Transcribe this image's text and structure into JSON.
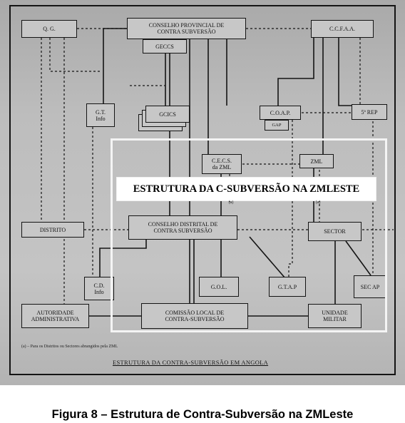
{
  "boxes": {
    "qg": "Q.  G.",
    "cpcs": "CONSELHO PROVINCIAL DE\nCONTRA SUBVERSÃO",
    "ccfaa": "C.C.F.A.A.",
    "geccs": "GECCS",
    "gt_info": "G.T.\nInfo",
    "gcics": "GCICS",
    "coap": "C.O.A.P.",
    "gap": "GAP",
    "rep5": "5ª REP",
    "cecs": "C.E.C.S.\nda ZML",
    "zml": "ZML",
    "distrito": "DISTRITO",
    "cdcs": "CONSELHO DISTRITAL DE\nCONTRA SUBVERSÃO",
    "sector": "SECTOR",
    "cd_info": "C.D.\nInfo",
    "gol": "G.O.L.",
    "gtap": "G.T.A.P",
    "sec_ap": "SEC AP",
    "aut_admin": "AUTORIDADE\nADMINISTRATIVA",
    "clcs": "COMISSÃO LOCAL DE\nCONTRA-SUBVERSÃO",
    "unid_mil": "UNIDADE\nMILITAR"
  },
  "markers": {
    "a1": "(a)",
    "a2": "(a)"
  },
  "banner_title": "ESTRUTURA DA C-SUBVERSÃO NA ZMLESTE",
  "footnote": "(a) – Para os Distritos ou Sectores abrangidos pela ZML",
  "document_caption": "ESTRUTURA DA CONTRA-SUBVERSÃO EM ANGOLA",
  "figure_caption": "Figura 8 – Estrutura de Contra-Subversão na ZMLeste"
}
